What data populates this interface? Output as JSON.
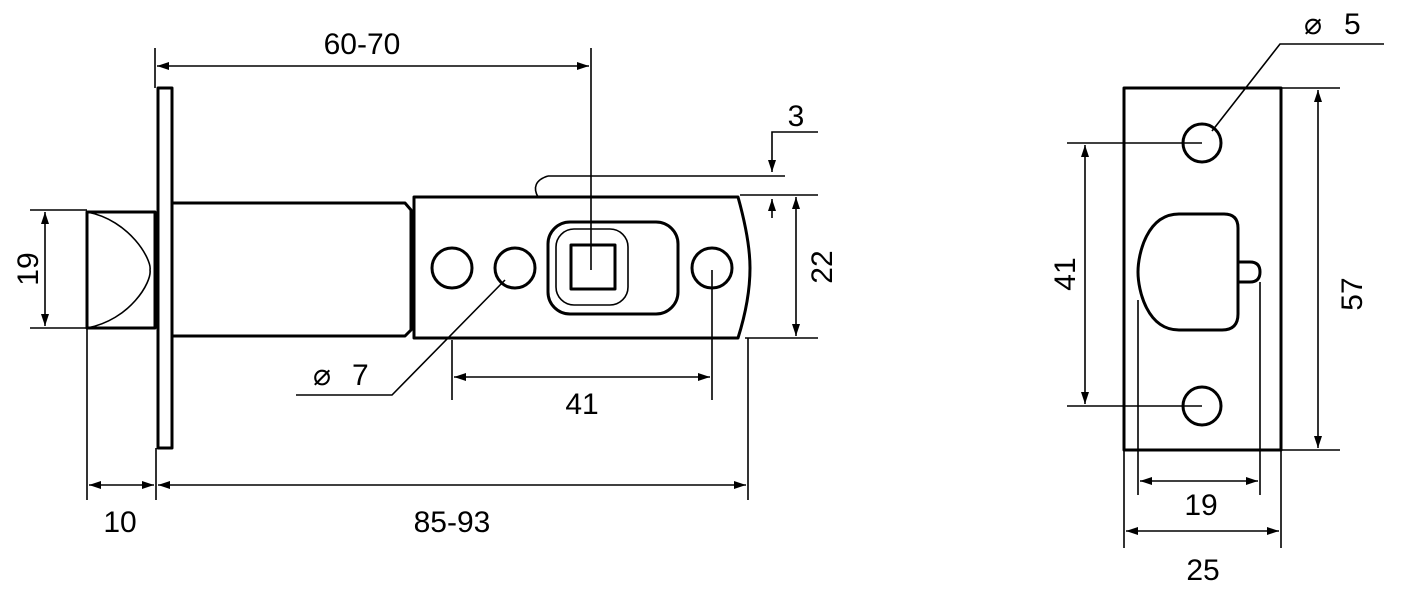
{
  "side_view": {
    "dim_backset": "60-70",
    "dim_thickness": "3",
    "dim_height": "22",
    "dim_latch": "19",
    "dim_hole_diameter": "7",
    "dim_hole_spacing": "41",
    "dim_face_depth": "10",
    "dim_total_length": "85-93",
    "diameter_symbol": "⌀"
  },
  "strike_plate": {
    "dim_screw_diameter": "5",
    "dim_screw_spacing": "41",
    "dim_plate_height": "57",
    "dim_opening_width": "19",
    "dim_plate_width": "25",
    "diameter_symbol": "⌀"
  }
}
